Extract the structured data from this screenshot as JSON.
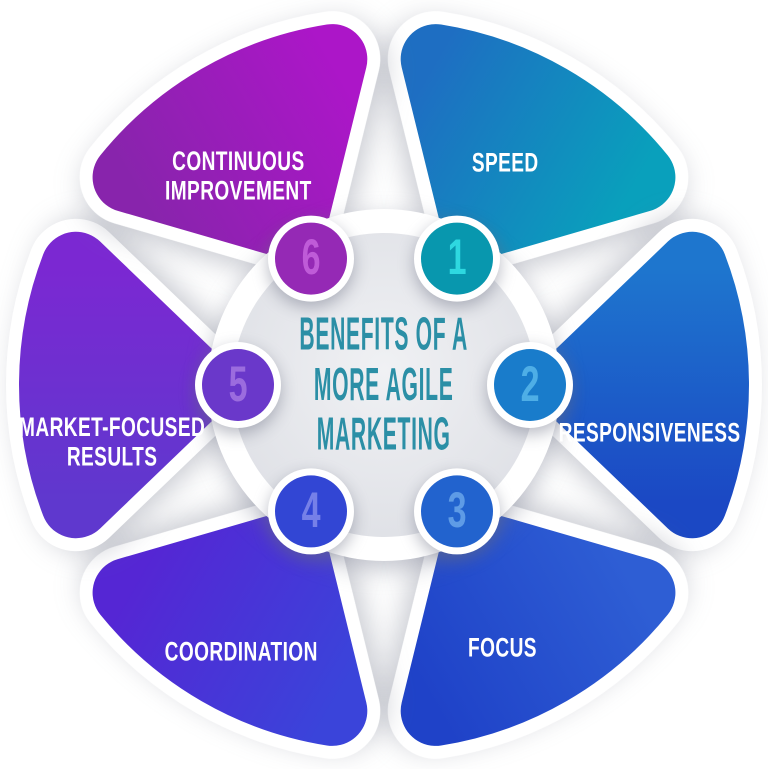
{
  "title": {
    "lines": [
      "BENEFITS OF A",
      "MORE AGILE",
      "MARKETING"
    ],
    "color": "#2B8FA6"
  },
  "center": {
    "disk_color_inner": "#F0F1F4",
    "disk_color_edge": "#DADCE2",
    "ring_color": "#FFFFFF"
  },
  "background": "#FFFFFF",
  "petals": [
    {
      "number": "1",
      "label_lines": [
        "SPEED"
      ],
      "icon": "fast-forward",
      "color_start": "#1E6EC2",
      "color_end": "#09A0BC",
      "circle_color": "#0897AE",
      "number_color": "#2ED8E0"
    },
    {
      "number": "2",
      "label_lines": [
        "RESPONSIVENESS"
      ],
      "icon": "check",
      "color_start": "#1E76CE",
      "color_end": "#1B48C4",
      "circle_color": "#197CCB",
      "number_color": "#4EAEE6",
      "icon_inner": "#1E5AC6"
    },
    {
      "number": "3",
      "label_lines": [
        "FOCUS"
      ],
      "icon": "target",
      "color_start": "#2E5ED4",
      "color_end": "#1F42C8",
      "circle_color": "#2263CE",
      "number_color": "#5E9BE6"
    },
    {
      "number": "4",
      "label_lines": [
        "COORDINATION"
      ],
      "icon": "puzzle-piece",
      "color_start": "#3A44DA",
      "color_end": "#5526D4",
      "circle_color": "#3246D4",
      "number_color": "#7680E8"
    },
    {
      "number": "5",
      "label_lines": [
        "MARKET-FOCUSED",
        "RESULTS"
      ],
      "icon": "trend-line",
      "color_start": "#5F38CE",
      "color_end": "#7B28D2",
      "circle_color": "#6A38CA",
      "number_color": "#9B6CDE"
    },
    {
      "number": "6",
      "label_lines": [
        "CONTINUOUS",
        "IMPROVEMENT"
      ],
      "icon": "circle-check",
      "color_start": "#8824AC",
      "color_end": "#AC16C8",
      "circle_color": "#9529B5",
      "number_color": "#BF5BD8"
    }
  ]
}
